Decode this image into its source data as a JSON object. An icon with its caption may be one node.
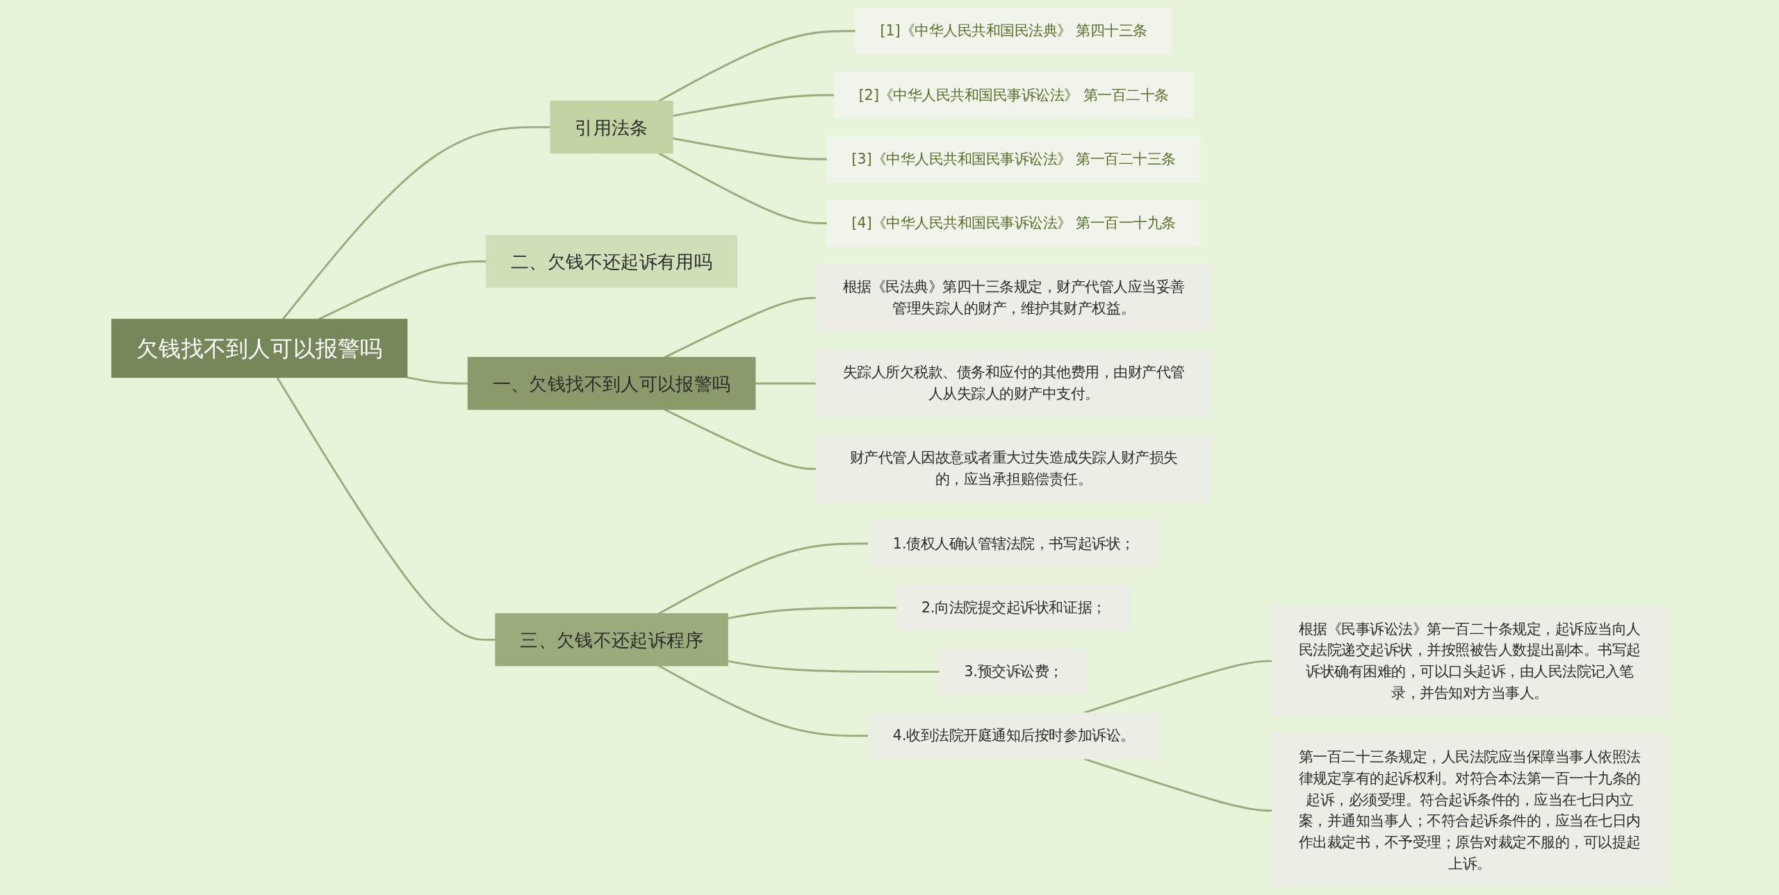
{
  "diagram": {
    "nodes": [
      {
        "text": [
          "欠钱找不到人可以报警吗"
        ]
      },
      {
        "text": [
          "一、欠钱找不到人可以报警吗"
        ]
      },
      {
        "text": [
          "根据《民法典》第四十三条规定，财产代管人应当妥善管理失踪人的财产，维护其财产权益。"
        ]
      },
      {
        "text": [
          "失踪人所欠税款、债务和应付的其他费用，由财产代管人从失踪人的财产中支付。"
        ]
      },
      {
        "text": [
          "财产代管人因故意或者重大过失造成失踪人财产损失的，应当承担赔偿责任。"
        ]
      },
      {
        "text": [
          "三、欠钱不还起诉程序"
        ]
      },
      {
        "text": [
          "1.债权人确认管辖法院，书写起诉状；"
        ]
      },
      {
        "text": [
          "2.向法院提交起诉状和证据；"
        ]
      },
      {
        "text": [
          "3.预交诉讼费；"
        ]
      },
      {
        "text": [
          "4.收到法院开庭通知后按时参加诉讼。"
        ]
      },
      {
        "text": [
          "根据《民事诉讼法》第一百二十条规定，起诉应当向人民法院递交起诉状，并按照被告人数提出副本。书写起诉状确有困难的，可以口头起诉，由人民法院记入笔录，并告知对方当事人。"
        ]
      },
      {
        "text": [
          "第一百二十三条规定，人民法院应当保障当事人依照法律规定享有的起诉权利。对符合本法第一百一十九条的起诉，必须受理。符合起诉条件的，应当在七日内立案，并通知当事人；不符合起诉条件的，应当在七日内作出裁定书，不予受理；原告对裁定不服的，可以提起上诉。"
        ]
      },
      {
        "text": [
          "二、欠钱不还起诉有用吗"
        ]
      },
      {
        "text": [
          "引用法条"
        ]
      },
      {
        "text": [
          "[1]《中华人民共和国民法典》 第四十三条"
        ]
      },
      {
        "text": [
          "[2]《中华人民共和国民事诉讼法》 第一百二十条"
        ]
      },
      {
        "text": [
          "[3]《中华人民共和国民事诉讼法》 第一百二十三条"
        ]
      },
      {
        "text": [
          "[4]《中华人民共和国民事诉讼法》 第一百一十九条"
        ]
      }
    ],
    "edges": [
      {
        "from": 0,
        "to": 13,
        "arrow": "none"
      },
      {
        "from": 13,
        "to": 14,
        "arrow": "none"
      },
      {
        "from": 13,
        "to": 15,
        "arrow": "none"
      },
      {
        "from": 13,
        "to": 16,
        "arrow": "none"
      },
      {
        "from": 13,
        "to": 17,
        "arrow": "none"
      },
      {
        "from": 0,
        "to": 12,
        "arrow": "none"
      },
      {
        "from": 0,
        "to": 1,
        "arrow": "none"
      },
      {
        "from": 1,
        "to": 2,
        "arrow": "none"
      },
      {
        "from": 1,
        "to": 3,
        "arrow": "none"
      },
      {
        "from": 1,
        "to": 4,
        "arrow": "none"
      },
      {
        "from": 0,
        "to": 5,
        "arrow": "none"
      },
      {
        "from": 5,
        "to": 6,
        "arrow": "none"
      },
      {
        "from": 5,
        "to": 7,
        "arrow": "none"
      },
      {
        "from": 5,
        "to": 8,
        "arrow": "none"
      },
      {
        "from": 5,
        "to": 9,
        "arrow": "none"
      },
      {
        "from": 9,
        "to": 10,
        "arrow": "none"
      },
      {
        "from": 9,
        "to": 11,
        "arrow": "none"
      }
    ]
  }
}
